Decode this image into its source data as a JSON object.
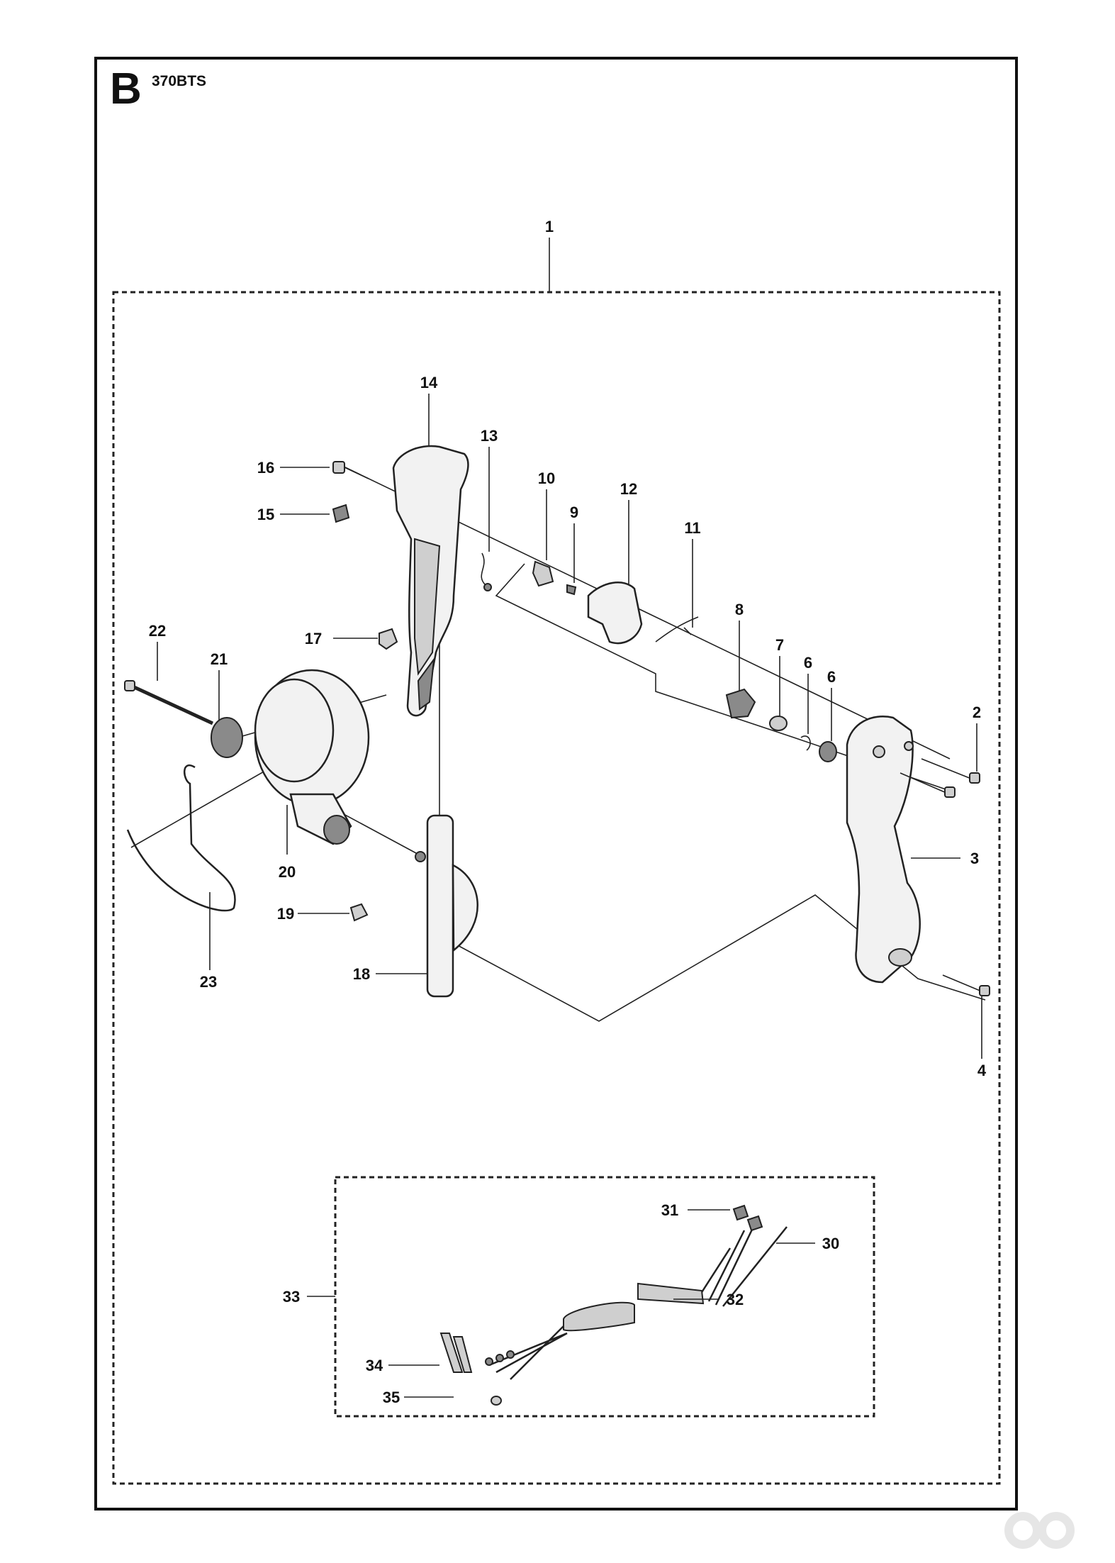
{
  "header": {
    "section_letter": "B",
    "model": "370BTS"
  },
  "callouts": {
    "c1": "1",
    "c2": "2",
    "c3": "3",
    "c4": "4",
    "c6a": "6",
    "c6b": "6",
    "c7": "7",
    "c8": "8",
    "c9": "9",
    "c10": "10",
    "c11": "11",
    "c12": "12",
    "c13": "13",
    "c14": "14",
    "c15": "15",
    "c16": "16",
    "c17": "17",
    "c18": "18",
    "c19": "19",
    "c20": "20",
    "c21": "21",
    "c22": "22",
    "c23": "23",
    "c30": "30",
    "c31": "31",
    "c32": "32",
    "c33": "33",
    "c34": "34",
    "c35": "35"
  },
  "colors": {
    "line": "#222222",
    "part_fill": "#f2f2f2",
    "part_dark": "#8a8a8a",
    "watermark": "#e6e6e6"
  },
  "watermark": {
    "icon": "infinity-logo-icon"
  }
}
